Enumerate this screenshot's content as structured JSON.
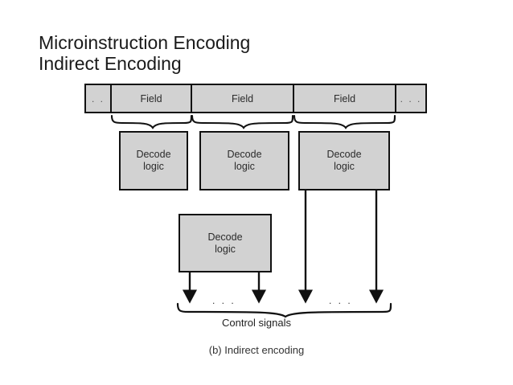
{
  "slide": {
    "title": "Microinstruction Encoding\nIndirect Encoding"
  },
  "diagram": {
    "caption": "(b) Indirect encoding",
    "control_signals_label": "Control signals",
    "colors": {
      "box_fill": "#d2d2d2",
      "box_stroke": "#111111",
      "background": "#ffffff",
      "text": "#2b2b2b"
    },
    "field_bar": {
      "segments": [
        {
          "label": ". .",
          "type": "ellipsis"
        },
        {
          "label": "Field",
          "type": "field"
        },
        {
          "label": "Field",
          "type": "field"
        },
        {
          "label": "Field",
          "type": "field"
        },
        {
          "label": ". . .",
          "type": "ellipsis"
        }
      ]
    },
    "decode_boxes_row1": [
      {
        "line1": "Decode",
        "line2": "logic"
      },
      {
        "line1": "Decode",
        "line2": "logic"
      },
      {
        "line1": "Decode",
        "line2": "logic"
      }
    ],
    "decode_box_row2": {
      "line1": "Decode",
      "line2": "logic"
    },
    "braces_count": 3,
    "signal_ellipses": [
      ". . .",
      ". . ."
    ],
    "arrow_count": 4
  }
}
